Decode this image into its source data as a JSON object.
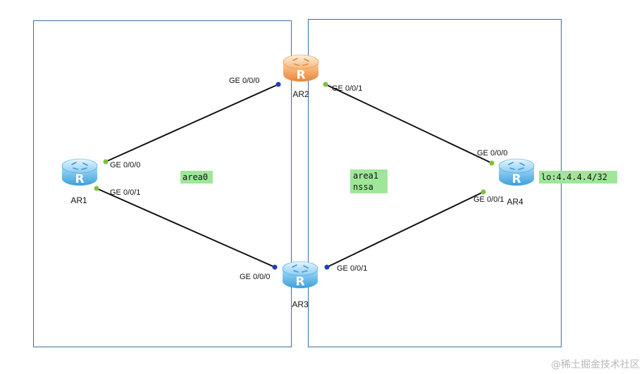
{
  "routers": [
    {
      "id": "AR1",
      "name": "AR1",
      "letter": "R",
      "color": "blue"
    },
    {
      "id": "AR2",
      "name": "AR2",
      "letter": "R",
      "color": "orange"
    },
    {
      "id": "AR3",
      "name": "AR3",
      "letter": "R",
      "color": "blue"
    },
    {
      "id": "AR4",
      "name": "AR4",
      "letter": "R",
      "color": "blue"
    }
  ],
  "links": [
    {
      "from": "AR1",
      "to": "AR2",
      "from_port": "GE 0/0/0",
      "to_port": "GE 0/0/0"
    },
    {
      "from": "AR1",
      "to": "AR3",
      "from_port": "GE 0/0/1",
      "to_port": "GE 0/0/0"
    },
    {
      "from": "AR2",
      "to": "AR4",
      "from_port": "GE 0/0/1",
      "to_port": "GE 0/0/0"
    },
    {
      "from": "AR3",
      "to": "AR4",
      "from_port": "GE 0/0/1",
      "to_port": "GE 0/0/1"
    }
  ],
  "areas": [
    {
      "id": "area0",
      "lines": [
        "area0"
      ]
    },
    {
      "id": "area1",
      "lines": [
        "area1",
        "nssa"
      ]
    }
  ],
  "loopback_label": "lo:4.4.4.4/32",
  "watermark": "@稀土掘金技术社区",
  "colors": {
    "area_border": "#3a6e9e",
    "link": "#111111",
    "label_bg": "#9fe69a",
    "port_dot_green": "#7ec03c",
    "port_dot_blue": "#1f3fbf",
    "router_blue": "#5ab6ea",
    "router_orange": "#f4a25a"
  }
}
